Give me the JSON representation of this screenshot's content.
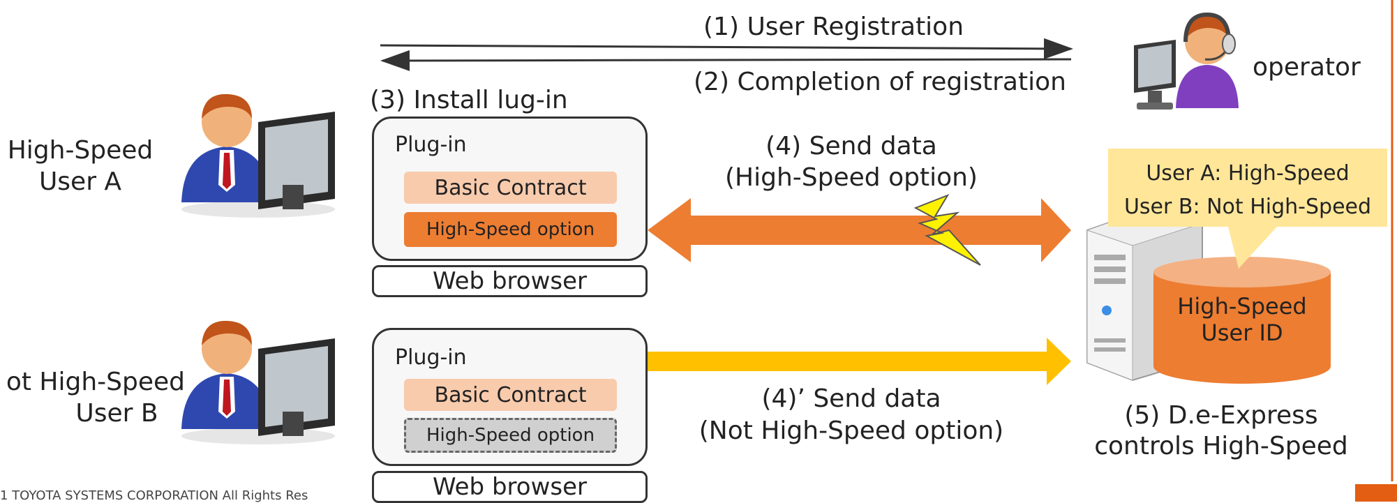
{
  "steps": {
    "s1": "(1) User Registration",
    "s2": "(2) Completion of registration",
    "s3": "(3) Install lug-in",
    "s4_line1": "(4) Send data",
    "s4_line2": "(High-Speed option)",
    "s4b_line1": "(4)’ Send data",
    "s4b_line2": "(Not High-Speed option)",
    "s5_line1": "(5) D.e-Express",
    "s5_line2": "controls High-Speed"
  },
  "operator": {
    "label": "operator"
  },
  "user_a": {
    "line1": "High-Speed",
    "line2": "User A"
  },
  "user_b": {
    "line1": "ot High-Speed",
    "line2": "User B"
  },
  "plugin_a": {
    "title": "Plug-in",
    "basic": "Basic Contract",
    "option": "High-Speed option",
    "browser": "Web browser"
  },
  "plugin_b": {
    "title": "Plug-in",
    "basic": "Basic Contract",
    "option": "High-Speed option",
    "browser": "Web browser"
  },
  "callout": {
    "line1": "User A: High-Speed",
    "line2": "User B: Not High-Speed"
  },
  "database": {
    "line1": "High-Speed",
    "line2": "User ID"
  },
  "footer": {
    "copyright": "1 TOYOTA SYSTEMS CORPORATION All Rights Res"
  },
  "colors": {
    "accent_orange": "#ED7D31",
    "light_orange": "#F8CBAD",
    "yellow_arrow": "#FFC000",
    "callout_bg": "#FFE699",
    "disabled_gray": "#D0D0D0"
  }
}
